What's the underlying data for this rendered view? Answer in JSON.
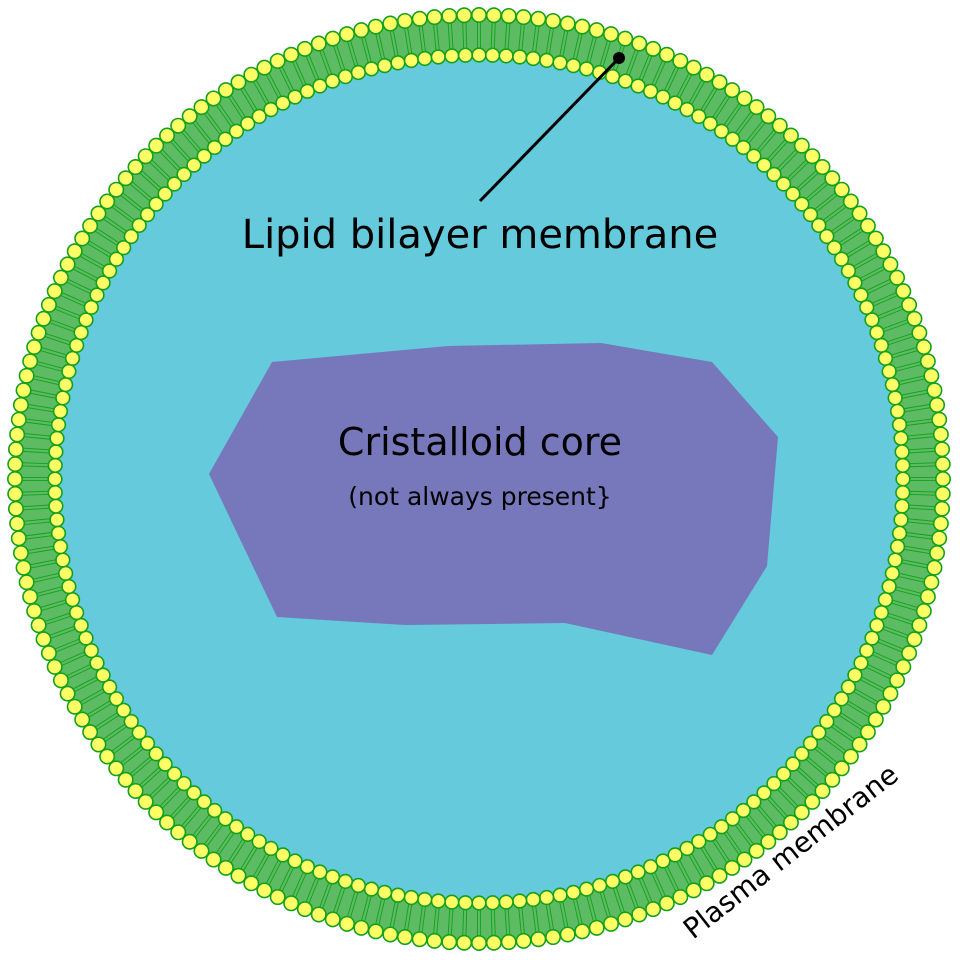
{
  "diagram": {
    "title": "Peroxisome structure",
    "labels": {
      "lipid_bilayer": "Lipid bilayer membrane",
      "core_title": "Cristalloid core",
      "core_subtitle": "(not always present}",
      "plasma_membrane": "Plasma membrane"
    },
    "icons": {
      "pointer": "pointer-dot-icon"
    },
    "colors": {
      "background": "#ffffff",
      "matrix": "#64cadc",
      "membrane_tails": "#5dbb63",
      "lipid_head_fill": "#ffff66",
      "lipid_head_stroke": "#14a01e",
      "core": "#7777bb",
      "text": "#000000",
      "pointer": "#000000"
    },
    "membrane": {
      "lipid_heads_per_leaflet": 196
    }
  }
}
